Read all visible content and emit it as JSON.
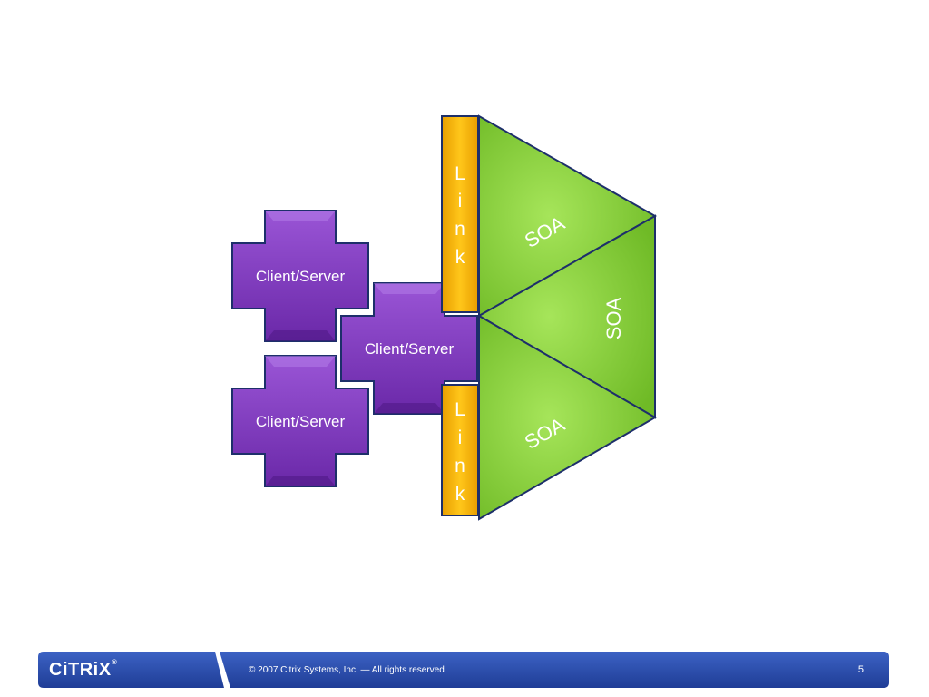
{
  "diagram": {
    "cross_label": "Client/Server",
    "link_letters": [
      "L",
      "i",
      "n",
      "k"
    ],
    "triangle_label": "SOA"
  },
  "footer": {
    "logo": "CiTRiX",
    "copyright": "© 2007 Citrix Systems, Inc. — All rights reserved",
    "page_number": "5"
  },
  "colors": {
    "cross_fill": "#7a34b5",
    "cross_dark": "#4a1680",
    "link_fill": "#f5b400",
    "triangle_fill": "#8fd43e",
    "outline": "#1d2f6a",
    "footer_bar": "#2a4aa8"
  }
}
